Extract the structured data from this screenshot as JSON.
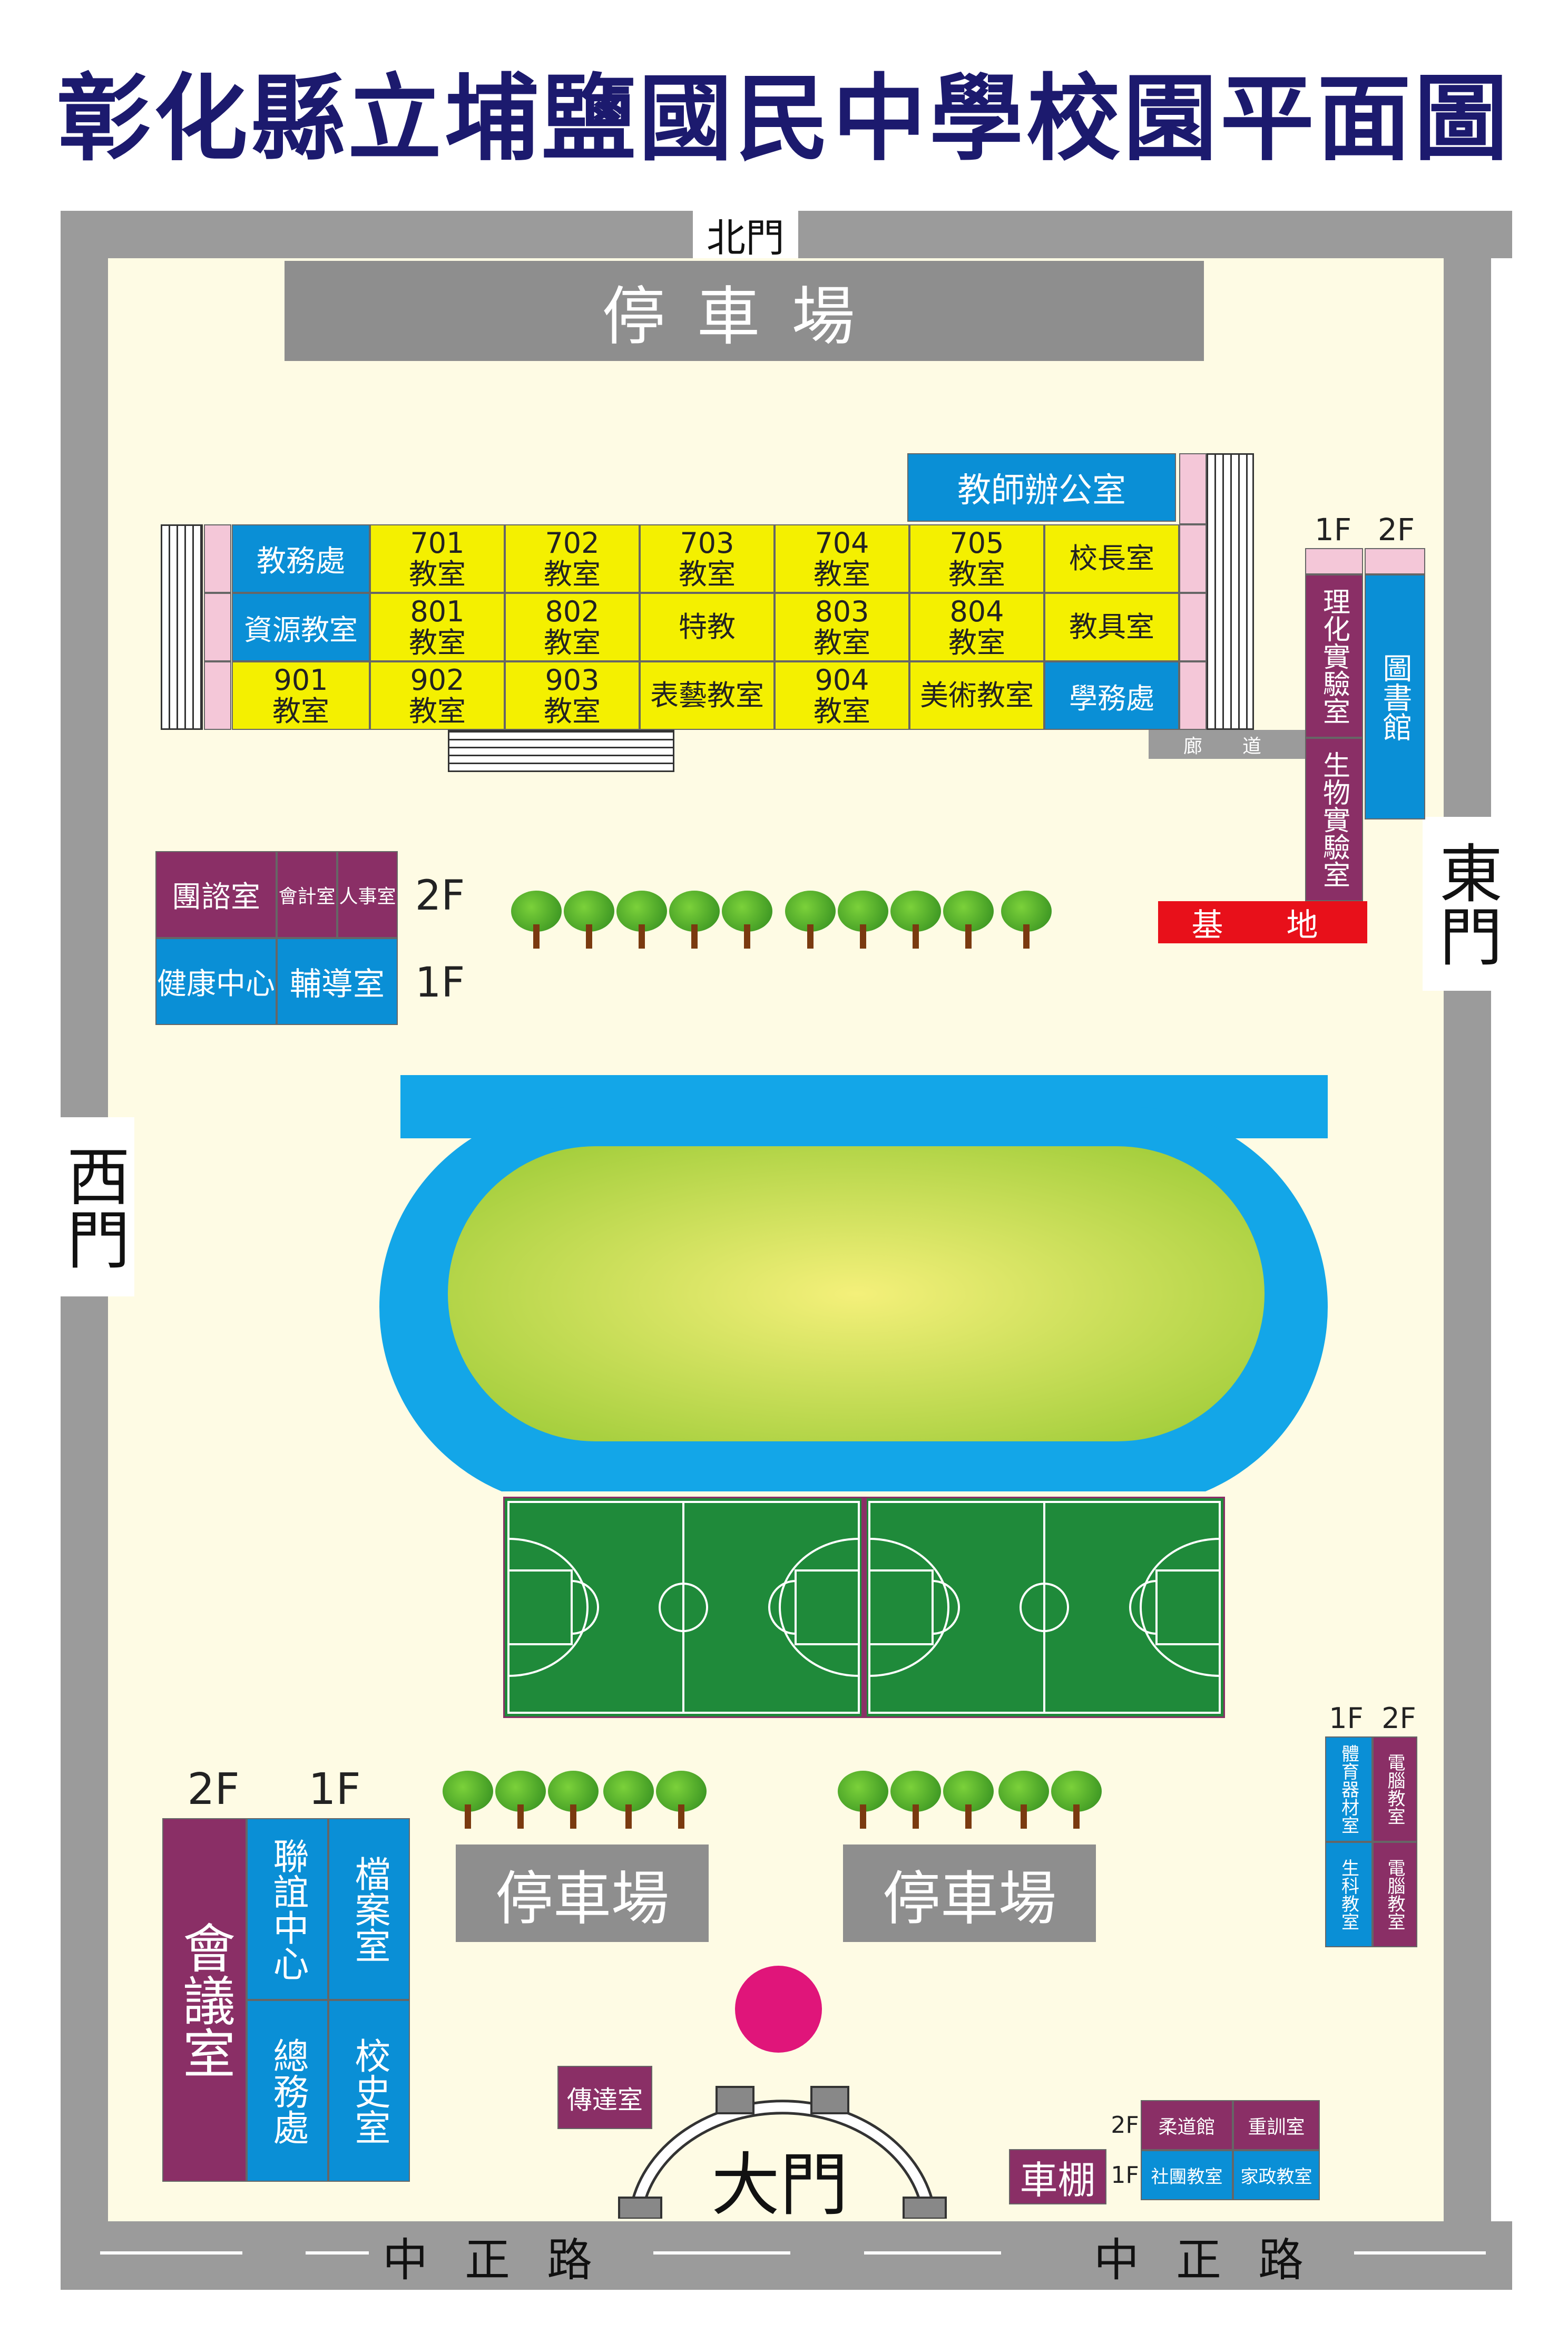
{
  "title": "彰化縣立埔鹽國民中學校園平面圖",
  "gates": {
    "north": "北門",
    "east": "東門",
    "west": "西門",
    "main": "大門"
  },
  "road": {
    "name": "中正路"
  },
  "parking": {
    "top": "停車場",
    "bottom_left": "停車場",
    "bottom_right": "停車場"
  },
  "main_building": {
    "teachers_office": "教師辦公室",
    "row1": [
      "教務處",
      "701\n教室",
      "702\n教室",
      "703\n教室",
      "704\n教室",
      "705\n教室",
      "校長室"
    ],
    "row2": [
      "資源教室",
      "801\n教室",
      "802\n教室",
      "特教",
      "803\n教室",
      "804\n教室",
      "教具室"
    ],
    "row3": [
      "901\n教室",
      "902\n教室",
      "903\n教室",
      "表藝教室",
      "904\n教室",
      "美術教室",
      "學務處"
    ]
  },
  "corridor": "廊　道",
  "east_block": {
    "floor_1f": "1F",
    "floor_2f": "2F",
    "lab1": "理化實驗室",
    "lab2": "生物實驗室",
    "library": "圖書館",
    "base": "基　地"
  },
  "west_block": {
    "r2": [
      "團諮室",
      "會計室",
      "人事室"
    ],
    "r1": [
      "健康中心",
      "輔導室"
    ],
    "floor_2f": "2F",
    "floor_1f": "1F"
  },
  "sw_block": {
    "floor_2f": "2F",
    "floor_1f": "1F",
    "meeting": "會議室",
    "rooms": [
      "聯誼中心",
      "檔案室",
      "總務處",
      "校史室"
    ]
  },
  "se_block": {
    "floor_1f": "1F",
    "floor_2f": "2F",
    "rooms": [
      "體育器材室",
      "電腦教室",
      "生科教室",
      "電腦教室"
    ]
  },
  "guard_room": "傳達室",
  "bike_shed": "車棚",
  "south_block": {
    "floor_2f": "2F",
    "floor_1f": "1F",
    "rooms": [
      "柔道館",
      "重訓室",
      "社團教室",
      "家政教室"
    ]
  },
  "colors": {
    "title": "#1c1a6e",
    "yellow": "#f4f000",
    "blue": "#0a8fd6",
    "purple": "#8a2f66",
    "red": "#e8101a",
    "track": "#13a6e8",
    "field": "#e8f07a",
    "court": "#1f8a3a",
    "fountain": "#e0157a",
    "road": "#9b9b9b"
  }
}
